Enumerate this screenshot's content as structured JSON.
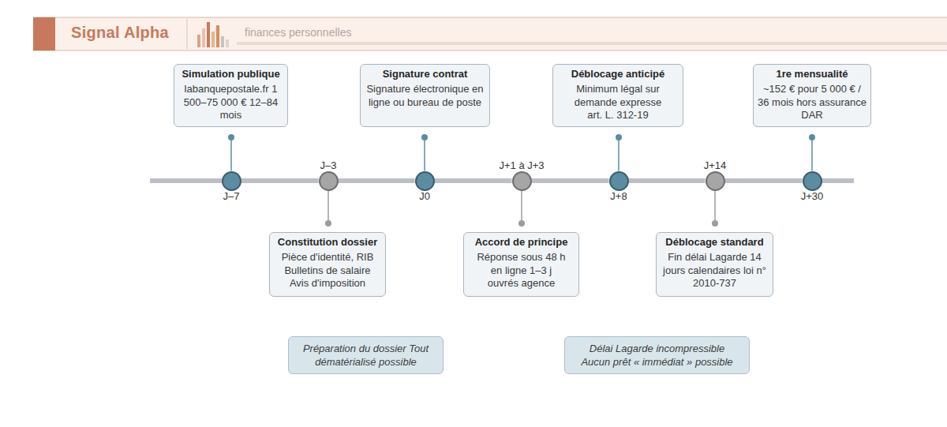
{
  "diagram": {
    "title": "Signal Alpha",
    "nodes": [
      {
        "text": [
          "J–7"
        ]
      },
      {
        "text": [
          "Simulation publique",
          "labanquepostale.fr 1 500–75 000 € 12–84 mois"
        ]
      },
      {
        "text": [
          "J–3"
        ]
      },
      {
        "text": [
          "Constitution dossier",
          "Pièce d'identité, RIB Bulletins de salaire Avis d'imposition"
        ]
      },
      {
        "text": [
          "J0"
        ]
      },
      {
        "text": [
          "Signature contrat",
          "Signature électronique en ligne ou bureau de poste"
        ]
      },
      {
        "text": [
          "J+1 à J+3"
        ]
      },
      {
        "text": [
          "Accord de principe",
          "Réponse sous 48 h en ligne 1–3 j ouvrés agence"
        ]
      },
      {
        "text": [
          "J+8"
        ]
      },
      {
        "text": [
          "Déblocage anticipé",
          "Minimum légal sur demande expresse art. L. 312-19"
        ]
      },
      {
        "text": [
          "J+14"
        ]
      },
      {
        "text": [
          "Déblocage standard",
          "Fin délai Lagarde 14 jours calendaires loi n° 2010-737"
        ]
      },
      {
        "text": [
          "J+30"
        ]
      },
      {
        "text": [
          "1re mensualité",
          "~152 € pour 5 000 € / 36 mois hors assurance DAR"
        ]
      },
      {
        "text": [
          "Préparation du dossier Tout dématérialisé possible"
        ]
      },
      {
        "text": [
          "Délai Lagarde incompressible Aucun prêt « immédiat » possible"
        ]
      }
    ],
    "edges": [
      {
        "from": 0,
        "to": 2,
        "arrow": "none"
      },
      {
        "from": 2,
        "to": 4,
        "arrow": "none"
      },
      {
        "from": 4,
        "to": 6,
        "arrow": "none"
      },
      {
        "from": 6,
        "to": 8,
        "arrow": "none"
      },
      {
        "from": 8,
        "to": 10,
        "arrow": "none"
      },
      {
        "from": 10,
        "to": 12,
        "arrow": "none"
      },
      {
        "from": 0,
        "to": 1,
        "arrow": "none"
      },
      {
        "from": 2,
        "to": 3,
        "arrow": "none"
      },
      {
        "from": 4,
        "to": 5,
        "arrow": "none"
      },
      {
        "from": 6,
        "to": 7,
        "arrow": "none"
      },
      {
        "from": 8,
        "to": 9,
        "arrow": "none"
      },
      {
        "from": 10,
        "to": 11,
        "arrow": "none"
      },
      {
        "from": 12,
        "to": 13,
        "arrow": "none"
      }
    ],
    "labels": [
      "finances personnelles"
    ]
  }
}
